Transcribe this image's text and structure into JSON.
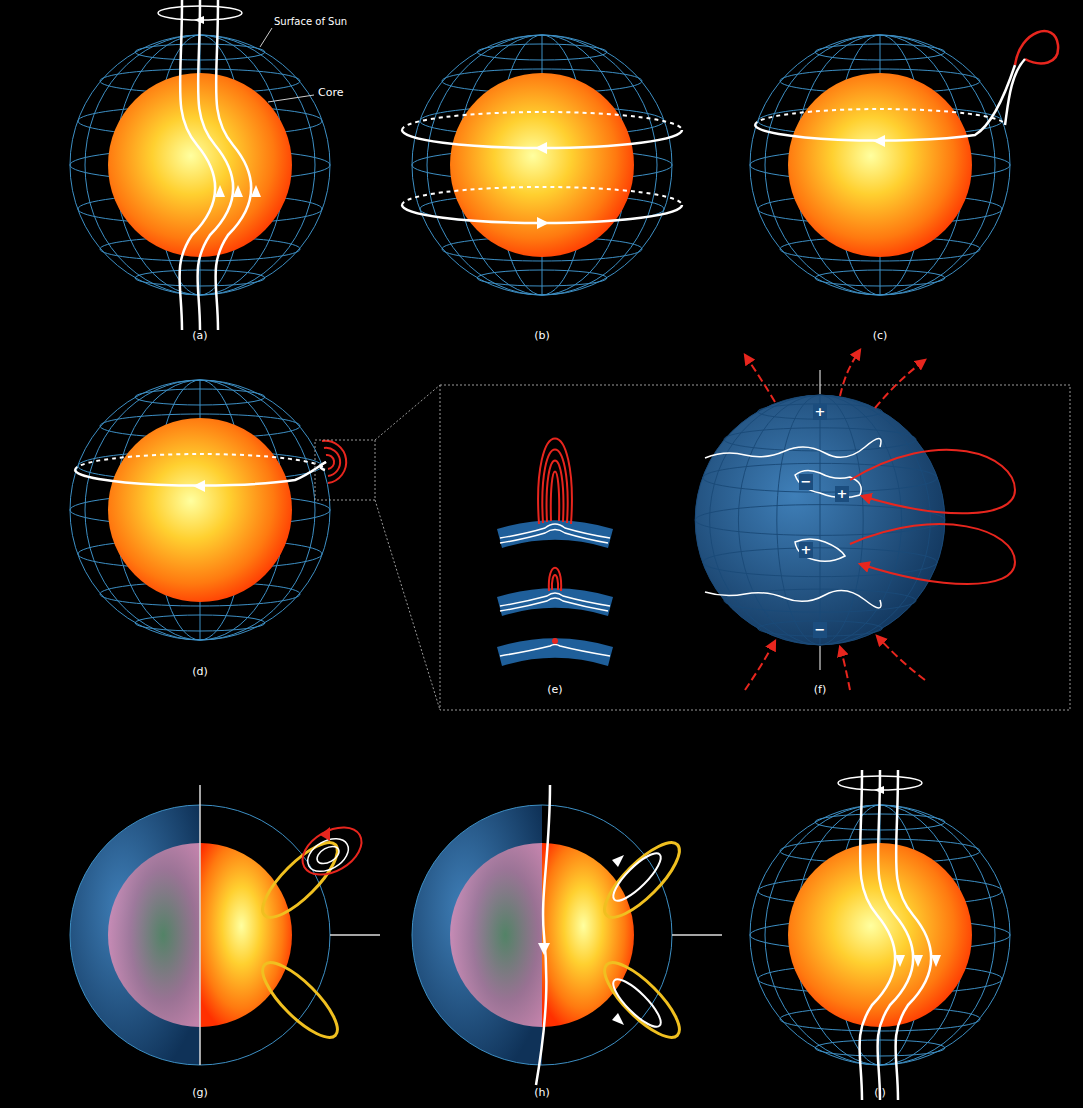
{
  "diagram": {
    "labels": [
      "Surface of Sun",
      "Core",
      "(a)",
      "(b)",
      "(c)",
      "(d)",
      "(e)",
      "(f)",
      "+",
      "−",
      "+",
      "+",
      "−",
      "(g)",
      "(h)",
      "(i)"
    ]
  }
}
